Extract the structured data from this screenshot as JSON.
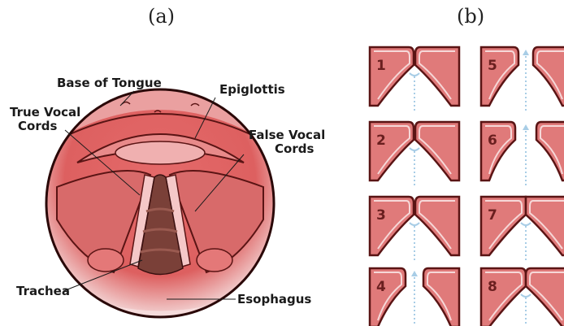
{
  "panels": {
    "a": {
      "label": "(a)"
    },
    "b": {
      "label": "(b)"
    }
  },
  "anatomy_labels": {
    "base_of_tongue": "Base of Tongue",
    "epiglottis": "Epiglottis",
    "true_vocal_cords_line1": "True Vocal",
    "true_vocal_cords_line2": "Cords",
    "false_vocal_cords_line1": "False Vocal",
    "false_vocal_cords_line2": "Cords",
    "trachea": "Trachea",
    "esophagus": "Esophagus"
  },
  "phases": [
    "1",
    "2",
    "3",
    "4",
    "5",
    "6",
    "7",
    "8"
  ],
  "colors": {
    "tissue": "#e07a7a",
    "tissue_dark": "#c45656",
    "outline": "#5a1414",
    "airway": "#7a4038",
    "arrow": "#a8cde6"
  }
}
